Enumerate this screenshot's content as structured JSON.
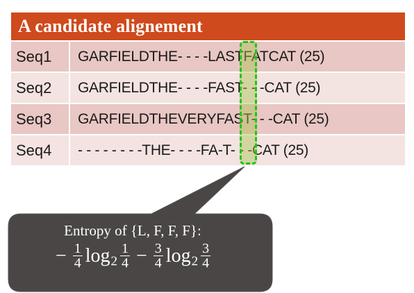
{
  "table": {
    "title": "A candidate alignement",
    "rows": [
      {
        "name": "Seq1",
        "sequence": "GARFIELDTHE- - - -LASTFATCAT (25)"
      },
      {
        "name": "Seq2",
        "sequence": "GARFIELDTHE- - - -FAST- - -CAT (25)"
      },
      {
        "name": "Seq3",
        "sequence": "GARFIELDTHEVERYFAST- - -CAT (25)"
      },
      {
        "name": "Seq4",
        "sequence": "- - - - - - - -THE- - - -FA-T- - -CAT (25)"
      }
    ]
  },
  "callout": {
    "title": "Entropy of {L, F, F, F}:",
    "formula": {
      "minus1": "−",
      "frac1_num": "1",
      "frac1_den": "4",
      "log1": "log",
      "base1": "2",
      "frac2_num": "1",
      "frac2_den": "4",
      "minus2": "−",
      "frac3_num": "3",
      "frac3_den": "4",
      "log2": "log",
      "base2": "2",
      "frac4_num": "3",
      "frac4_den": "4"
    }
  },
  "colors": {
    "header": "#cf4a1d",
    "row_dark": "#e8c7c4",
    "row_light": "#f3e3e1",
    "highlight_border": "#1cc41c",
    "callout_bg": "#4a4646"
  }
}
